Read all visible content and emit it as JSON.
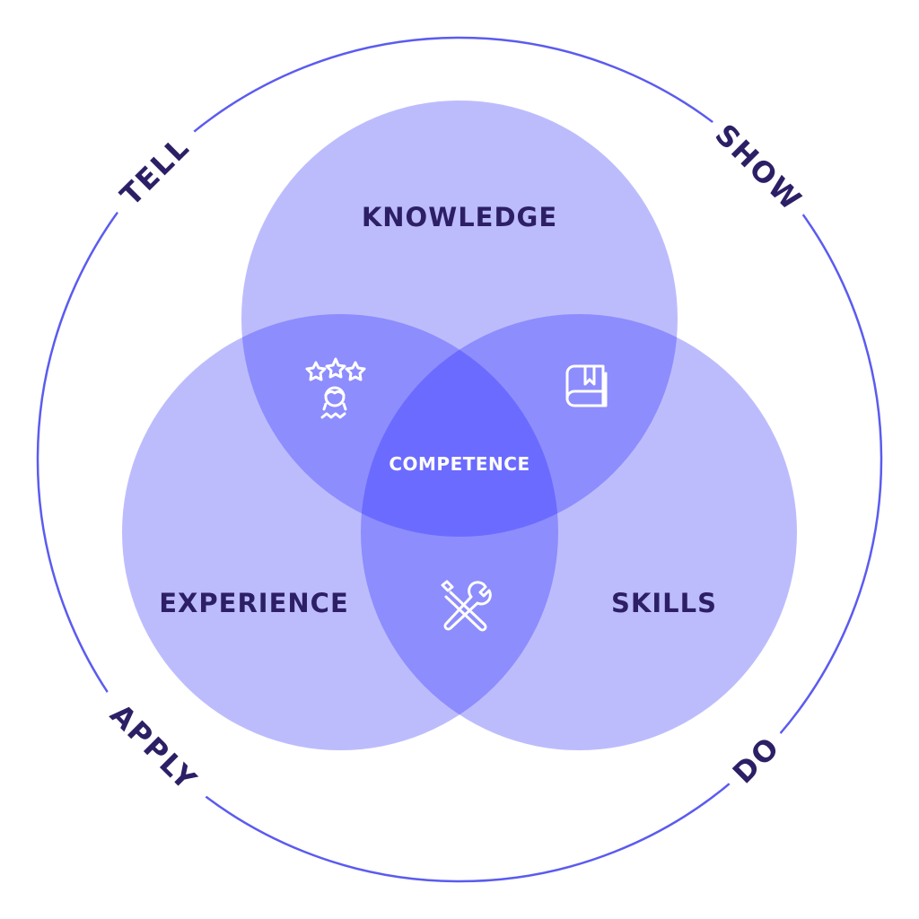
{
  "outer_labels": {
    "top_left": "TELL",
    "top_right": "SHOW",
    "bottom_left": "APPLY",
    "bottom_right": "DO"
  },
  "circles": {
    "top": "KNOWLEDGE",
    "left": "EXPERIENCE",
    "right": "SKILLS"
  },
  "center": "COMPETENCE",
  "icons": {
    "knowledge_experience": "star-rating-person-icon",
    "knowledge_skills": "book-icon",
    "experience_skills": "tools-icon"
  },
  "colors": {
    "single": "#bcbcfd",
    "pair": "#8d8dfd",
    "triple": "#6b6bff",
    "ring": "#5b5bf0",
    "text": "#2d1f66"
  }
}
